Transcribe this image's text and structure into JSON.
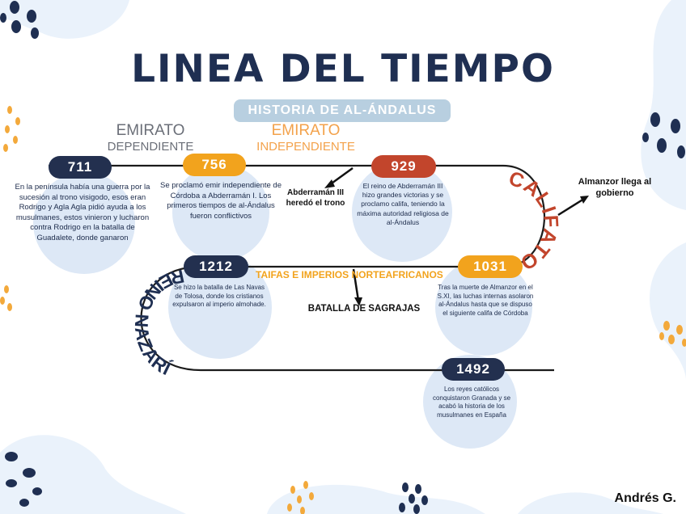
{
  "title": "LINEA DEL TIEMPO",
  "subtitle": "HISTORIA DE AL-ÁNDALUS",
  "eras": {
    "emirato_dependiente": {
      "line1": "EMIRATO",
      "line2": "DEPENDIENTE"
    },
    "emirato_independiente": {
      "line1": "EMIRATO",
      "line2": "INDEPENDIENTE"
    },
    "califato": "CALIFATO",
    "reino_nazari": "REINO NAZARÍ",
    "taifas": "TAIFAS E IMPERIOS NORTEAFRICANOS"
  },
  "events": [
    {
      "year": "711",
      "text": "En la península había una guerra por la sucesión al trono visigodo, esos eran Rodrigo y Agla Agla pidió ayuda a los musulmanes, estos vinieron y lucharon contra Rodrigo en la batalla de Guadalete, donde ganaron"
    },
    {
      "year": "756",
      "text": "Se proclamó emir independiente de Córdoba a Abderramán I. Los primeros tiempos de al-Ándalus fueron conflictivos"
    },
    {
      "year": "929",
      "text": "El reino de Abderramán III hizo grandes victorias y se proclamo califa, teniendo la máxima autoridad religiosa de al-Ándalus"
    },
    {
      "year": "1031",
      "text": "Tras la muerte de Almanzor en el S.XI, las luchas internas asolaron al-Ándalus hasta que se dispuso el siguiente califa de Córdoba"
    },
    {
      "year": "1212",
      "text": "Se hizo la batalla de Las Navas de Tolosa, donde los cristianos expulsaron al imperio almohade."
    },
    {
      "year": "1492",
      "text": "Los reyes católicos conquistaron Granada y se acabó la historia de los musulmanes en España"
    }
  ],
  "notes": {
    "abderraman": "Abderramán III heredó el trono",
    "almanzor": "Almanzor llega al gobierno",
    "sagrajas": "BATALLA DE SAGRAJAS"
  },
  "author": "Andrés G.",
  "colors": {
    "navy": "#23304f",
    "amber": "#f2a31d",
    "red": "#c2452c",
    "bubble": "#dde8f6"
  }
}
